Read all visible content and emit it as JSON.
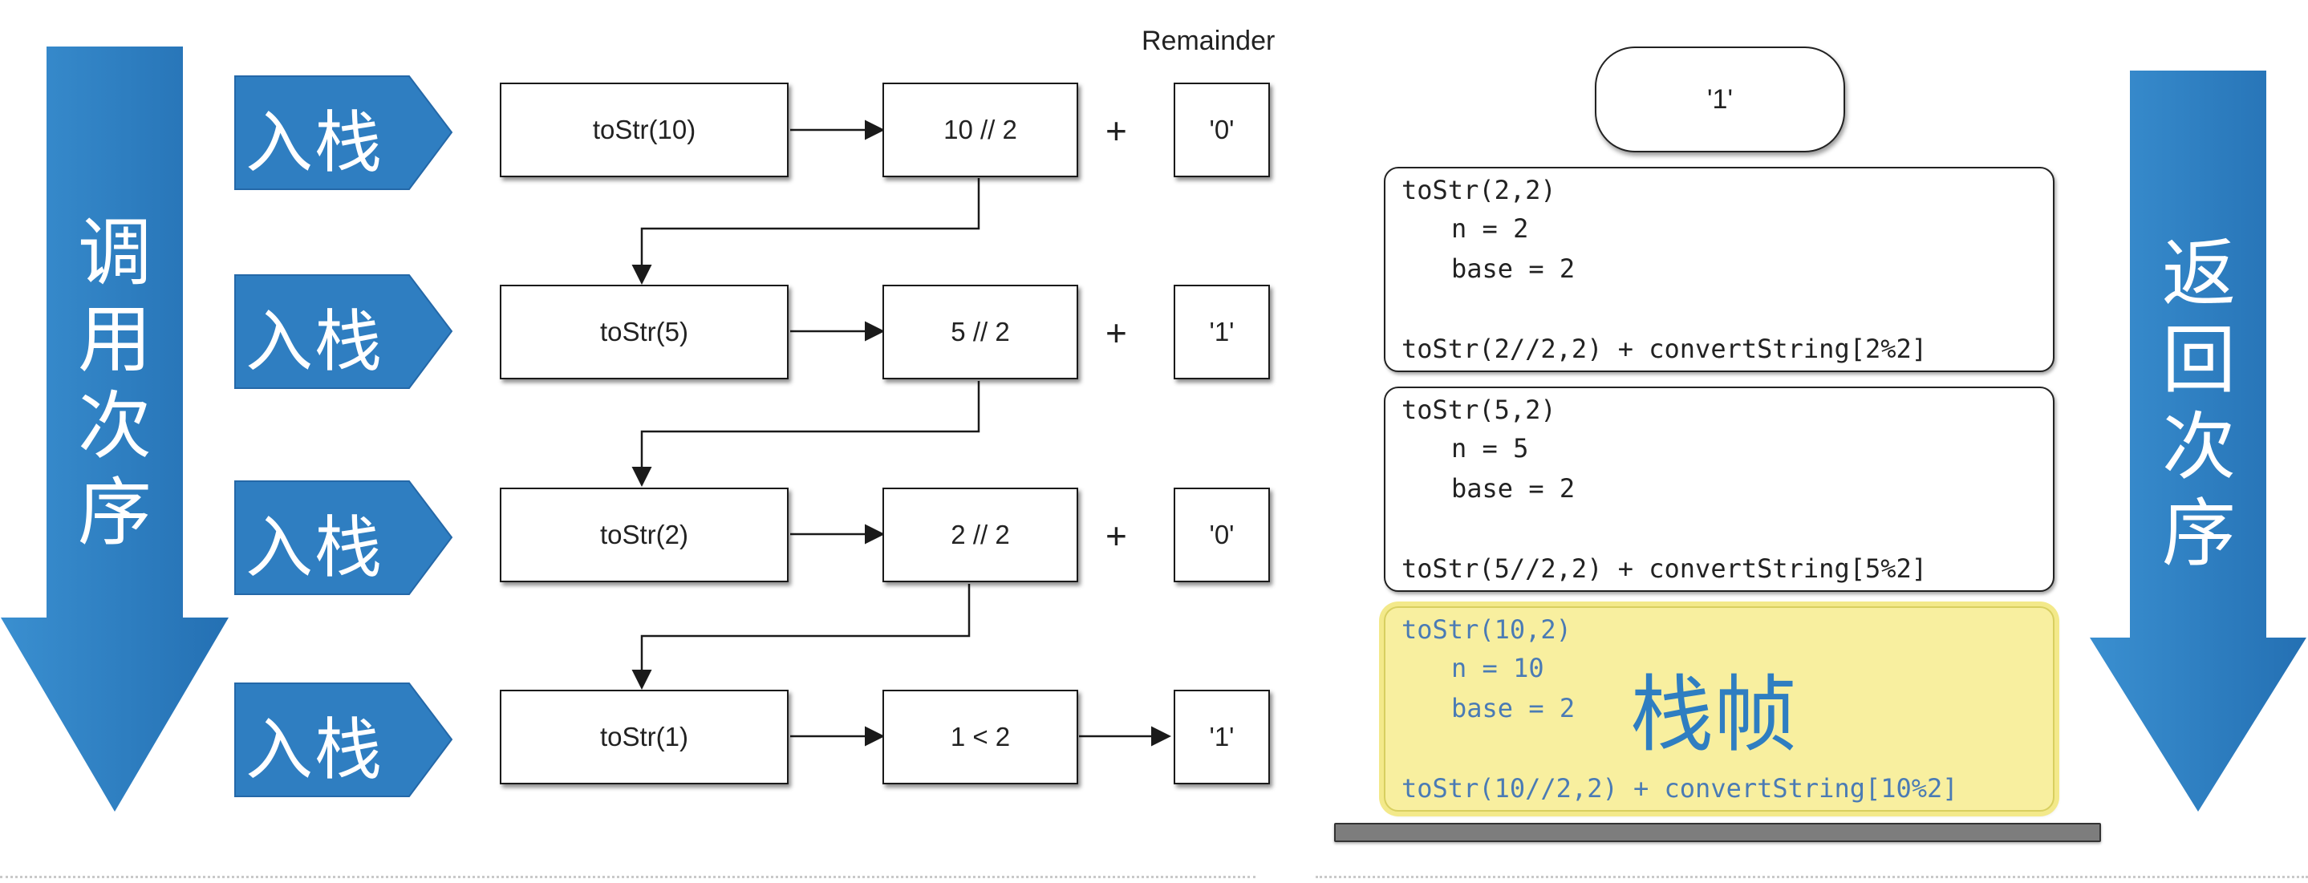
{
  "left_arrow_text": "调用次序",
  "right_arrow_text": "返回次序",
  "push_label": "入栈",
  "remainder_header": "Remainder",
  "plus_sign": "+",
  "rows": [
    {
      "call": "toStr(10)",
      "op": "10 // 2",
      "remainder": "'0'",
      "joiner": "+"
    },
    {
      "call": "toStr(5)",
      "op": "5 // 2",
      "remainder": "'1'",
      "joiner": "+"
    },
    {
      "call": "toStr(2)",
      "op": "2 // 2",
      "remainder": "'0'",
      "joiner": "+"
    },
    {
      "call": "toStr(1)",
      "op": "1 < 2",
      "remainder": "'1'",
      "joiner": "arrow"
    }
  ],
  "stack_top": "'1'",
  "frames": [
    {
      "sig": "toStr(2,2)",
      "n": "n = 2",
      "base": "base = 2",
      "ret": "toStr(2//2,2) + convertString[2%2]"
    },
    {
      "sig": "toStr(5,2)",
      "n": "n = 5",
      "base": "base = 2",
      "ret": "toStr(5//2,2) + convertString[5%2]"
    },
    {
      "sig": "toStr(10,2)",
      "n": "n = 10",
      "base": "base = 2",
      "ret": "toStr(10//2,2) + convertString[10%2]"
    }
  ],
  "frame_label": "栈帧",
  "colors": {
    "arrow_blue": "#2f7ec1",
    "highlight_yellow": "#f8ef9f"
  }
}
